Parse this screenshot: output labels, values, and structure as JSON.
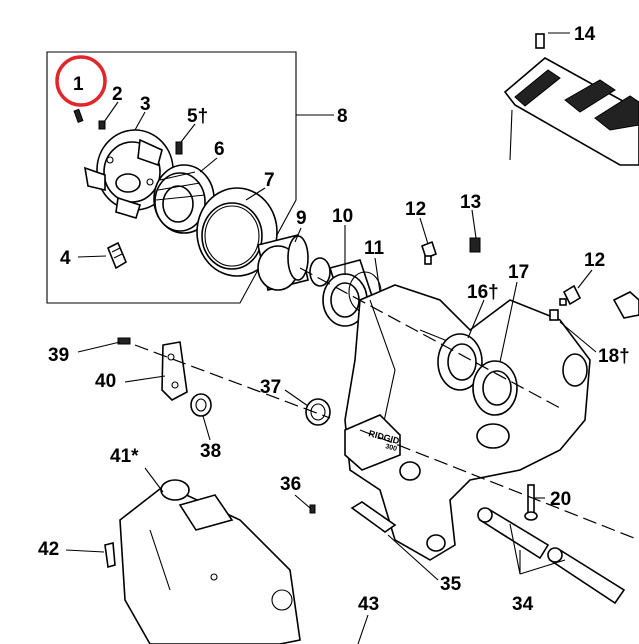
{
  "callouts": {
    "c1": "1",
    "c2": "2",
    "c3": "3",
    "c4": "4",
    "c5": "5†",
    "c6": "6",
    "c7": "7",
    "c8": "8",
    "c9": "9",
    "c10": "10",
    "c11": "11",
    "c12a": "12",
    "c12b": "12",
    "c13": "13",
    "c14": "14",
    "c16": "16†",
    "c17": "17",
    "c18": "18†",
    "c20": "20",
    "c34": "34",
    "c35": "35",
    "c36": "36",
    "c37": "37",
    "c38": "38",
    "c39": "39",
    "c40": "40",
    "c41": "41*",
    "c42": "42",
    "c43": "43"
  },
  "housing_badge": {
    "line1": "RIDGID",
    "line2": "300"
  },
  "highlight": {
    "target": "1",
    "color": "#e3262b"
  }
}
